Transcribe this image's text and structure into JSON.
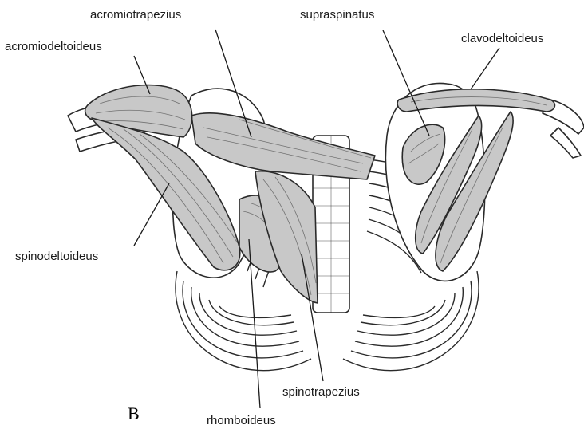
{
  "figure": {
    "panel_letter": "B",
    "labels": {
      "acromiotrapezius": "acromiotrapezius",
      "supraspinatus": "supraspinatus",
      "acromiodeltoideus": "acromiodeltoideus",
      "clavodeltoideus": "clavodeltoideus",
      "spinodeltoideus": "spinodeltoideus",
      "spinotrapezius": "spinotrapezius",
      "rhomboideus": "rhomboideus"
    }
  },
  "colors": {
    "muscle_fill": "#c8c8c8",
    "outline": "#2a2a2a",
    "background": "#ffffff"
  }
}
